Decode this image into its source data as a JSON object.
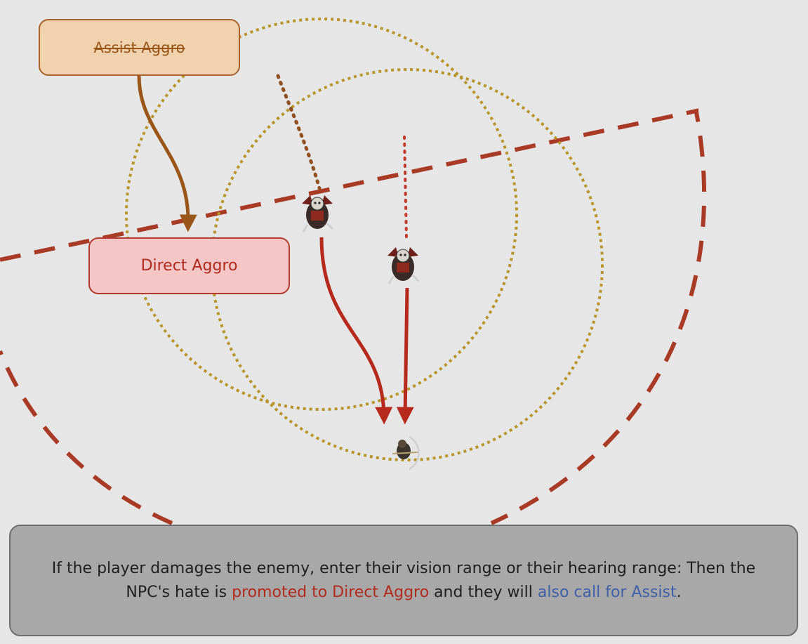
{
  "labels": {
    "assist": "Assist Aggro",
    "direct": "Direct Aggro"
  },
  "caption": {
    "part1": "If the player damages the enemy, enter their vision range or their hearing range: Then the NPC's hate is ",
    "highlight_red": "promoted to Direct Aggro",
    "part2": " and they will ",
    "highlight_blue": "also call for Assist",
    "part3": "."
  },
  "colors": {
    "background": "#e6e6e6",
    "vision_range": "#a83a26",
    "hearing_range": "#b8952a",
    "assist_arrow": "#9a5618",
    "direct_arrow": "#b52a1c",
    "caption_bg": "#a8a8a8"
  },
  "icons": {
    "enemy": "skeleton-warrior-icon",
    "player": "archer-player-icon"
  }
}
